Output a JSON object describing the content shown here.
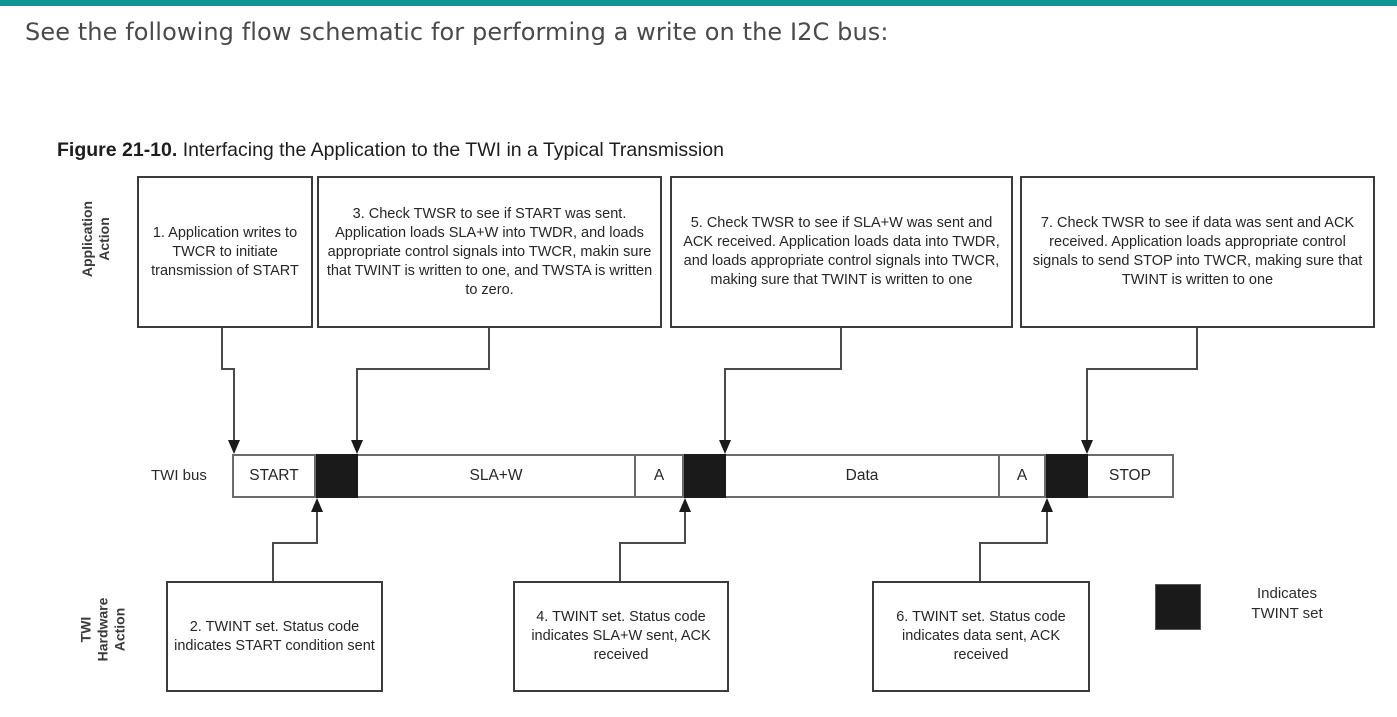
{
  "page": {
    "intro_text": "See the following flow schematic for performing a write on the I2C bus:",
    "accent_color": "#0d9494",
    "background_color": "#ffffff"
  },
  "figure": {
    "caption_label": "Figure 21-10.",
    "caption_title": " Interfacing the Application to the TWI in a Typical Transmission",
    "lane_labels": {
      "application": "Application\nAction",
      "hardware": "TWI\nHardware\nAction"
    },
    "application_steps": [
      {
        "number": "1",
        "text": "1. Application writes to TWCR to initiate transmission of START"
      },
      {
        "number": "3",
        "text": "3. Check TWSR to see if START was sent. Application loads SLA+W into TWDR, and loads appropriate control signals into TWCR, makin sure that TWINT is written to one, and TWSTA is written to zero."
      },
      {
        "number": "5",
        "text": "5. Check TWSR to see if SLA+W was sent and ACK received. Application loads data into TWDR, and loads appropriate control signals into TWCR, making sure that TWINT is written to one"
      },
      {
        "number": "7",
        "text": "7. Check TWSR to see if data was sent and ACK received. Application loads appropriate control signals to send STOP into TWCR, making sure that TWINT is written to one"
      }
    ],
    "hardware_steps": [
      {
        "number": "2",
        "text": "2. TWINT set. Status code indicates START condition sent"
      },
      {
        "number": "4",
        "text": "4. TWINT set. Status code indicates SLA+W sent, ACK received"
      },
      {
        "number": "6",
        "text": "6. TWINT set. Status code indicates data sent, ACK received"
      }
    ],
    "bus": {
      "label": "TWI bus",
      "cells": [
        {
          "label": "START",
          "type": "field"
        },
        {
          "label": "",
          "type": "twint"
        },
        {
          "label": "SLA+W",
          "type": "field"
        },
        {
          "label": "A",
          "type": "field"
        },
        {
          "label": "",
          "type": "twint"
        },
        {
          "label": "Data",
          "type": "field"
        },
        {
          "label": "A",
          "type": "field"
        },
        {
          "label": "",
          "type": "twint"
        },
        {
          "label": "STOP",
          "type": "field"
        }
      ]
    },
    "legend": {
      "swatch_color": "#1a1a1a",
      "text": "Indicates\nTWINT set"
    }
  }
}
